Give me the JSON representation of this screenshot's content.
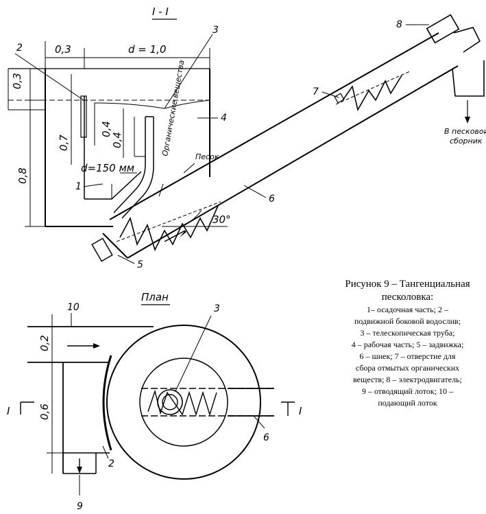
{
  "section_title": "I - I",
  "plan_title": "План",
  "dimensions": {
    "d_top": "d = 1,0",
    "w_03": "0,3",
    "h_03": "0,3",
    "h_07": "0,7",
    "h_04a": "0,4",
    "h_04b": "0,4",
    "h_08": "0,8",
    "pipe_d": "d=150 мм",
    "angle": "30°",
    "plan_02": "0,2",
    "plan_06": "0,6"
  },
  "labels": {
    "organic": "Органические вещества",
    "sand": "Песок",
    "collector_1": "В песковой",
    "collector_2": "сборник",
    "section_mark": "I"
  },
  "numbers": [
    "1",
    "2",
    "3",
    "4",
    "5",
    "6",
    "7",
    "8",
    "9",
    "10"
  ],
  "caption": {
    "title": "Рисунок 9 – Тангенциальная",
    "subtitle": "песколовка:",
    "lines": [
      "1– осадочная часть; 2 –",
      "подвижной боковой водослив;",
      "3 – телескопическая труба;",
      "4 – рабочая часть; 5 – задвижка;",
      "6 – шнек; 7 – отверстие для",
      "сбора отмытых органических",
      "веществ; 8 – электродвигатель;",
      "9 – отводящий лоток; 10 –",
      "подающий лоток"
    ]
  }
}
